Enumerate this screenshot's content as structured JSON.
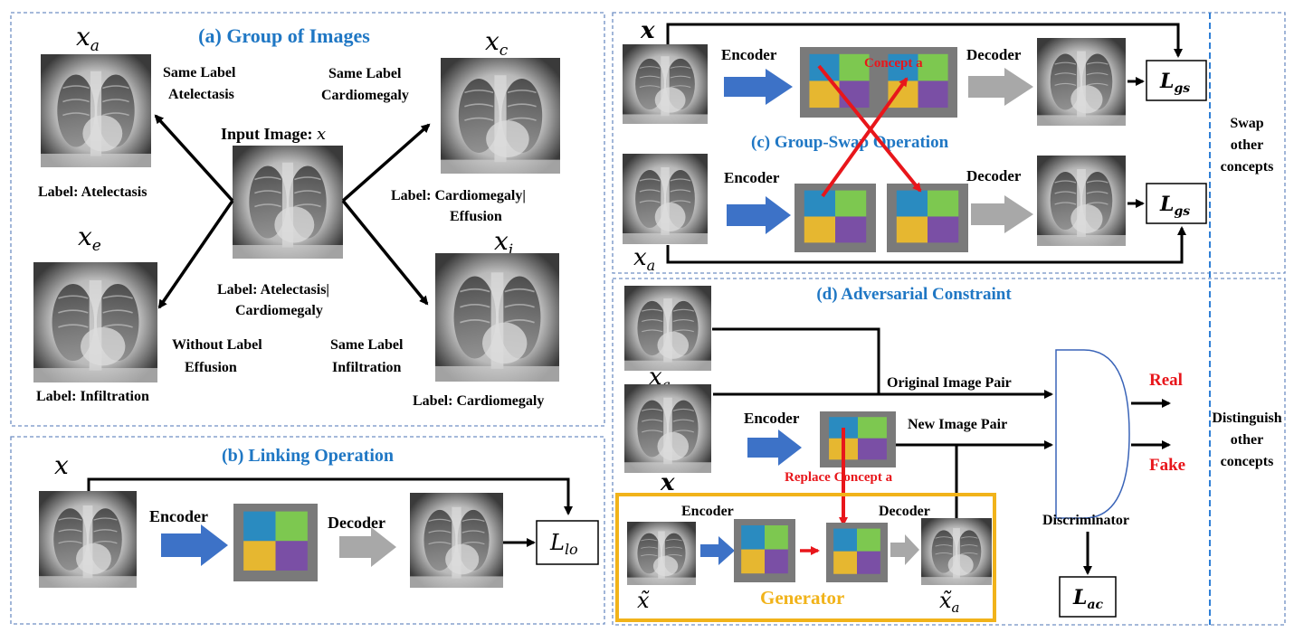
{
  "panel_a": {
    "title": "(a) Group of Images",
    "input_label": "Input Image: ",
    "input_var": "x",
    "center_label_1": "Label: Atelectasis|",
    "center_label_2": "Cardiomegaly",
    "xa": {
      "var": "x",
      "sub": "a",
      "rel1": "Same Label",
      "rel2": "Atelectasis",
      "label": "Label: Atelectasis"
    },
    "xc": {
      "var": "x",
      "sub": "c",
      "rel1": "Same Label",
      "rel2": "Cardiomegaly",
      "label1": "Label: Cardiomegaly|",
      "label2": "Effusion"
    },
    "xe": {
      "var": "x",
      "sub": "e",
      "rel1": "Without Label",
      "rel2": "Effusion",
      "label": "Label: Infiltration"
    },
    "xi": {
      "var": "x",
      "sub": "i",
      "rel1": "Same Label",
      "rel2": "Infiltration",
      "label": "Label: Cardiomegaly"
    }
  },
  "panel_b": {
    "title": "(b) Linking Operation",
    "input_var": "x",
    "encoder": "Encoder",
    "decoder": "Decoder",
    "loss": "L",
    "loss_sub": "lo"
  },
  "panel_c": {
    "title": "(c) Group-Swap Operation",
    "top_var": "x",
    "bottom_var": "x",
    "bottom_sub": "a",
    "encoder_top": "Encoder",
    "encoder_bottom": "Encoder",
    "decoder_top": "Decoder",
    "decoder_bottom": "Decoder",
    "concept": "Concept a",
    "loss_top": "L",
    "loss_top_sub": "gs",
    "loss_bottom": "L",
    "loss_bottom_sub": "gs",
    "side_note_1": "Swap",
    "side_note_2": "other",
    "side_note_3": "concepts"
  },
  "panel_d": {
    "title": "(d) Adversarial Constraint",
    "xa_var": "x",
    "xa_sub": "a",
    "x_var": "x",
    "encoder": "Encoder",
    "original_pair": "Original Image Pair",
    "new_pair": "New Image Pair",
    "replace": "Replace Concept a",
    "real": "Real",
    "fake": "Fake",
    "discriminator": "Discriminator",
    "loss": "L",
    "loss_sub": "ac",
    "gen_encoder": "Encoder",
    "gen_decoder": "Decoder",
    "generator": "Generator",
    "xtilde": "x̃",
    "xtilde_a_var": "x̃",
    "xtilde_a_sub": "a",
    "side_note_1": "Distinguish",
    "side_note_2": "other",
    "side_note_3": "concepts"
  },
  "colors": {
    "title_blue": "#1f77c4",
    "arrow_blue": "#3d72c7",
    "arrow_gray": "#a8a8a8",
    "red": "#e8161b",
    "gold": "#f1b31a",
    "concept_blue": "#2a8bc0",
    "concept_green": "#7dc850",
    "concept_yellow": "#e6b730",
    "concept_purple": "#7a4fa5",
    "concept_bg": "#7a7a7a",
    "dashed_border": "#6f8fc4"
  }
}
